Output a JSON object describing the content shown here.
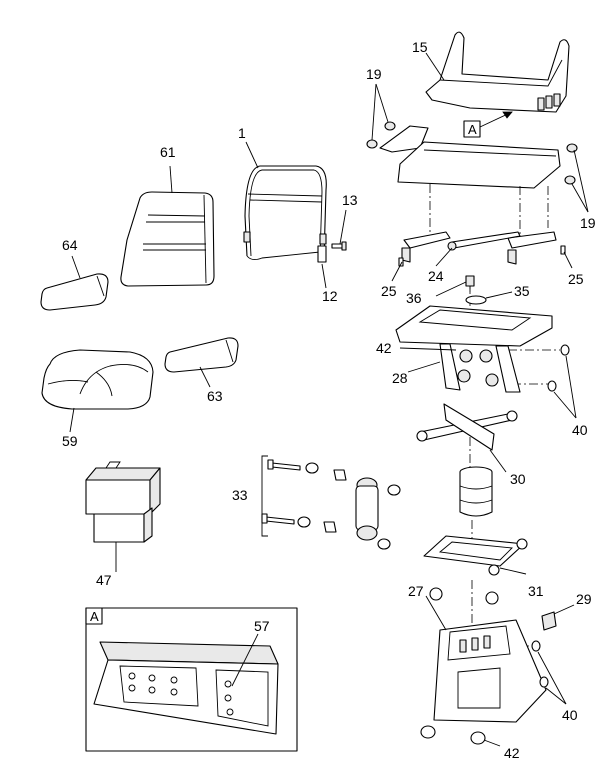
{
  "diagram": {
    "callouts": {
      "c1": "1",
      "c12": "12",
      "c13": "13",
      "c15": "15",
      "c19a": "19",
      "c19b": "19",
      "c24": "24",
      "c25a": "25",
      "c25b": "25",
      "c27": "27",
      "c28": "28",
      "c29": "29",
      "c30": "30",
      "c31": "31",
      "c33": "33",
      "c35": "35",
      "c36": "36",
      "c40a": "40",
      "c40b": "40",
      "c42a": "42",
      "c42b": "42",
      "c47": "47",
      "c57": "57",
      "c59": "59",
      "c61": "61",
      "c63": "63",
      "c64": "64"
    },
    "detail_ref": "A",
    "detail_box_label": "A"
  }
}
